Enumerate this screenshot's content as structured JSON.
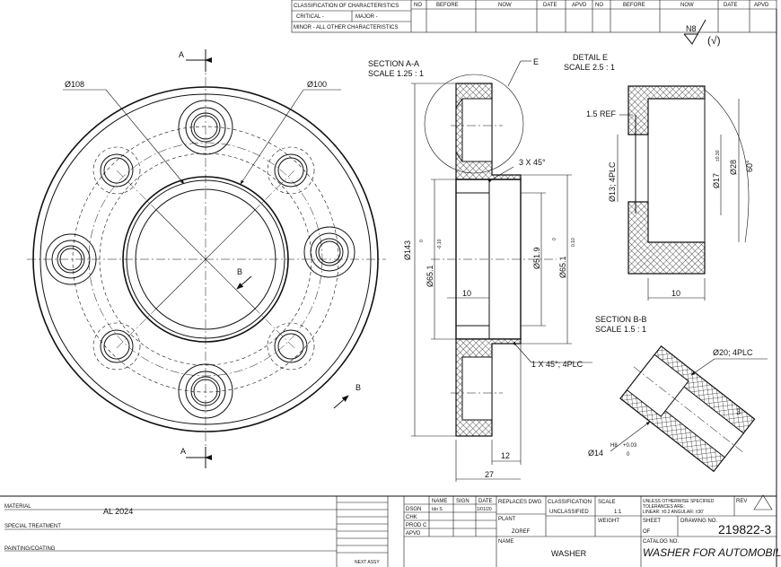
{
  "revision_block": {
    "classification": "CLASSIFICATION OF CHARACTERISTICS",
    "critical": "CRITICAL -",
    "major": "MAJOR -",
    "minor": "MINOR - ALL OTHER CHARACTERISTICS",
    "col_no": "NO",
    "col_before": "BEFORE",
    "col_now": "NOW",
    "col_date": "DATE",
    "col_apvd": "APVD"
  },
  "surface_finish": {
    "grade": "N8",
    "symbol": "(√)"
  },
  "front_view": {
    "dia_108": "Ø108",
    "dia_100": "Ø100",
    "arrow_a_top": "A",
    "arrow_a_bottom": "A",
    "arrow_b_mid": "B",
    "arrow_b_bottom": "B"
  },
  "section_aa": {
    "title": "SECTION A-A",
    "scale": "SCALE 1.25 : 1",
    "detail_callout": "E",
    "chamfer": "3 X 45°",
    "chamfer_plc": "1 X 45°; 4PLC",
    "dia_143": "Ø143",
    "dia_65_left": "Ø65.1",
    "tol_left_upper": "0",
    "tol_left_lower": "-0.10",
    "dia_51": "Ø51.9",
    "dia_65_right": "Ø65.1",
    "tol_right_upper": "0",
    "tol_right_lower": "0.10",
    "dim_10": "10",
    "dim_12": "12",
    "dim_27": "27"
  },
  "detail_e": {
    "title": "DETAIL E",
    "scale": "SCALE 2.5 : 1",
    "ref": "1.5 REF",
    "dia_13": "Ø13; 4PLC",
    "dia_17": "Ø17",
    "tol_17": "±0.30",
    "dia_28": "Ø28",
    "angle": "60°",
    "dim_10": "10"
  },
  "section_bb": {
    "title": "SECTION B-B",
    "scale": "SCALE 1.5 : 1",
    "dia_20": "Ø20; 4PLC",
    "dim_3": "3",
    "fit": "H8",
    "fit_upper": "+0.03",
    "fit_lower": "0",
    "dia_14": "Ø14"
  },
  "title_block": {
    "material_label": "MATERIAL",
    "material_value": "AL 2024",
    "special_treatment_label": "SPECIAL TREATMENT",
    "painting_label": "PAINTING/COATING",
    "next_assy": "NEXT ASSY",
    "col_name": "NAME",
    "col_sign": "SIGN",
    "col_date": "DATE",
    "row_dsgn": "DSGN",
    "row_chk": "CHK",
    "row_prod_c": "PROD C",
    "row_apvd": "APVD",
    "dsgn_name": "Ido S",
    "dsgn_date": "1/01/20",
    "replaces_dwg": "REPLACES DWG",
    "plant_label": "PLANT",
    "plant_value": "ZOREF",
    "classification_label": "CLASSIFICATION",
    "classification_value": "UNCLASSIFIED",
    "scale_label": "SCALE",
    "scale_value": "1:1",
    "weight_label": "WEIGHT",
    "tolerances_1": "UNLESS OTHERWISE SPECIFIED",
    "tolerances_2": "TOLERANCES ARE:",
    "tolerances_3": "LINEAR: ±0.2   ANGULAR: ±30'",
    "rev_label": "REV",
    "sheet_label": "SHEET",
    "of_label": "OF",
    "drawing_no_label": "DRAWING NO.",
    "drawing_no": "219822-3",
    "name_label": "NAME",
    "name_value": "WASHER",
    "catalog_label": "CATALOG NO.",
    "catalog_value": "WASHER FOR AUTOMOBILE"
  }
}
